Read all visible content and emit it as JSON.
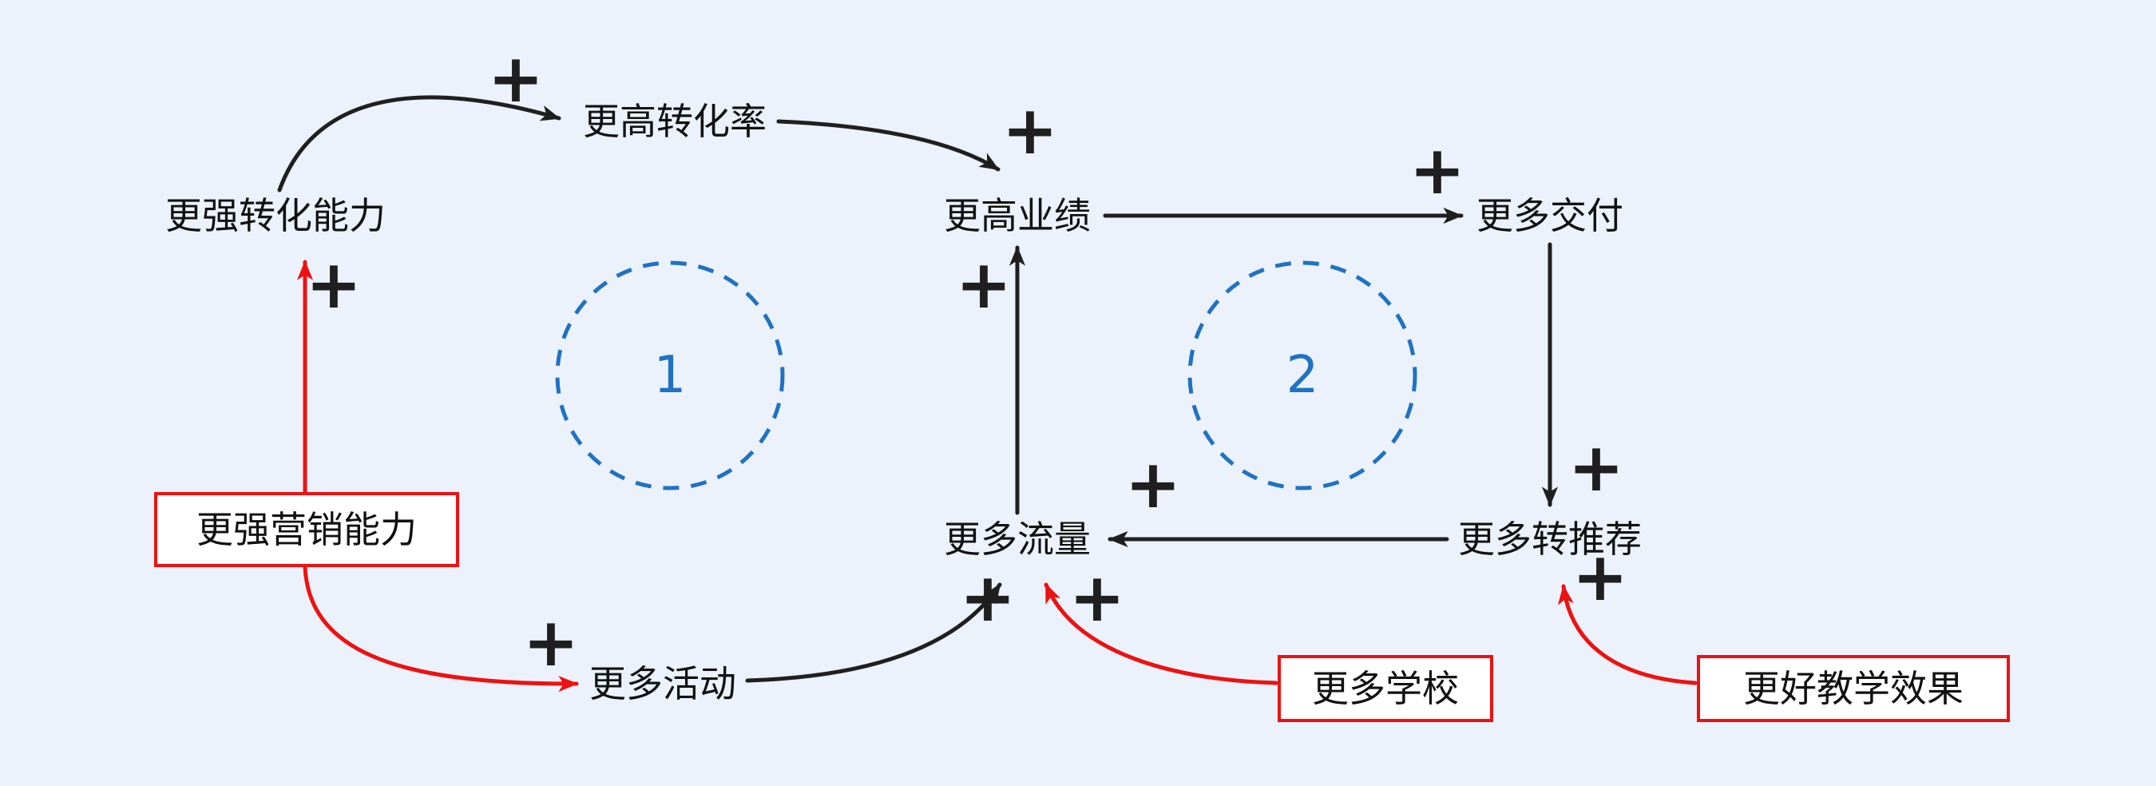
{
  "diagram": {
    "colors": {
      "bg": "#ecf2fb",
      "line": "#1f1f1f",
      "text": "#111111",
      "red": "#ee1111",
      "blue": "#1f72c4",
      "box_fill": "#ffffff"
    },
    "plus": "+",
    "nodes": {
      "stronger_conversion": "更强转化能力",
      "higher_conversion_rate": "更高转化率",
      "higher_performance": "更高业绩",
      "more_delivery": "更多交付",
      "more_traffic": "更多流量",
      "more_referrals": "更多转推荐",
      "more_activities": "更多活动",
      "stronger_marketing": "更强营销能力",
      "more_schools": "更多学校",
      "better_teaching": "更好教学效果"
    },
    "loops": {
      "loop1": "1",
      "loop2": "2"
    }
  }
}
